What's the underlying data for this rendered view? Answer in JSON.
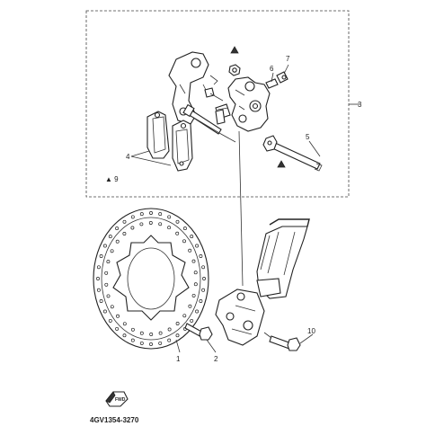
{
  "diagram": {
    "code": "4GV1354-3270",
    "fwd_label": "FWD",
    "note": "▲ 9",
    "callouts": {
      "c1": "1",
      "c2": "2",
      "c3": "3",
      "c4": "4",
      "c5": "5",
      "c6": "6",
      "c7": "7",
      "c10": "10"
    }
  }
}
